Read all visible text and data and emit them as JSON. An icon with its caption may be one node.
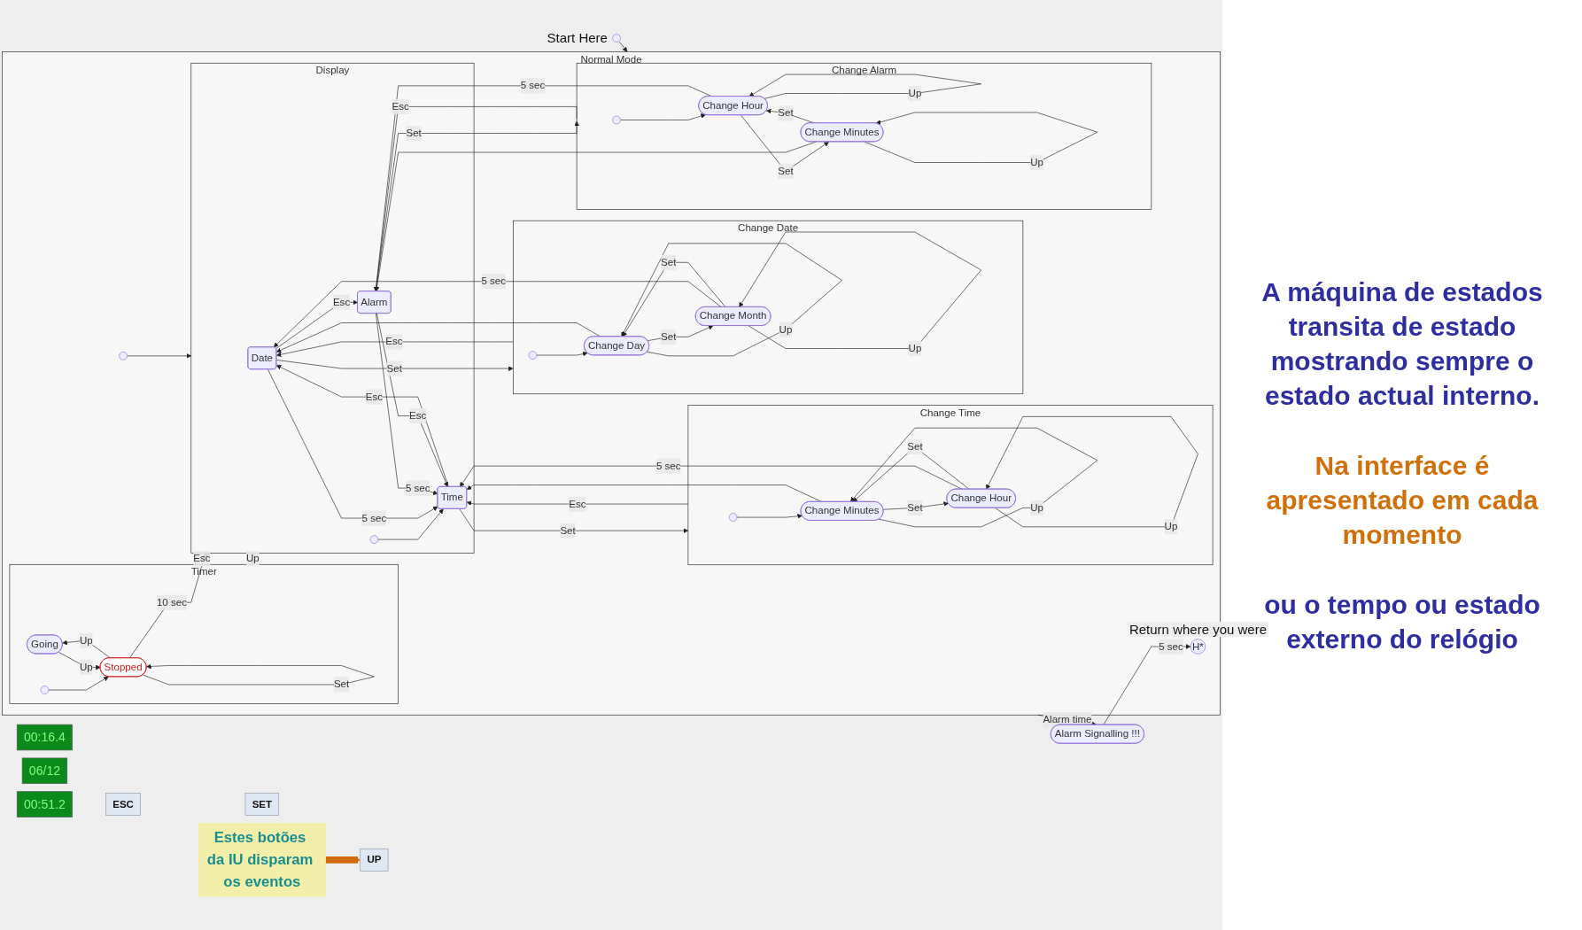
{
  "diagram": {
    "nodes": [
      {
        "text": [
          "00:51.2"
        ]
      },
      {
        "text": [
          "ESC"
        ]
      },
      {
        "text": [
          "SET"
        ]
      },
      {
        "text": [
          "UP"
        ]
      },
      {
        "text": [
          "Normal Mode"
        ]
      },
      {
        "text": [
          "Timer"
        ],
        "in": 4
      },
      {
        "text": [
          "Going"
        ],
        "in": 5
      },
      {
        "text": [
          "Stopped"
        ],
        "in": 5
      },
      {
        "text": [],
        "shape": "circle",
        "in": 5
      },
      {
        "text": [
          "Display"
        ],
        "in": 4
      },
      {
        "text": [
          "Date"
        ],
        "in": 9
      },
      {
        "text": [
          "Time"
        ],
        "in": 9
      },
      {
        "text": [
          "Alarm"
        ],
        "in": 9
      },
      {
        "text": [],
        "shape": "circle",
        "in": 4
      },
      {
        "text": [],
        "shape": "circle",
        "in": 9
      },
      {
        "text": [
          "Change Date"
        ],
        "in": 4
      },
      {
        "text": [
          "Change Month"
        ],
        "in": 15
      },
      {
        "text": [
          "Change Day"
        ],
        "in": 15
      },
      {
        "text": [],
        "shape": "circle",
        "in": 15
      },
      {
        "text": [
          "Change Time"
        ],
        "in": 4
      },
      {
        "text": [
          "Change Hour"
        ],
        "in": 19
      },
      {
        "text": [
          "Change Minutes"
        ],
        "in": 19
      },
      {
        "text": [],
        "shape": "circle",
        "in": 19
      },
      {
        "text": [
          "Change Alarm"
        ],
        "in": 4
      },
      {
        "text": [
          "Change Hour"
        ],
        "in": 23
      },
      {
        "text": [
          "Change Minutes"
        ],
        "in": 23
      },
      {
        "text": [],
        "shape": "circle",
        "in": 23
      },
      {
        "text": [
          "H*"
        ],
        "beside": [
          "Return where you were"
        ],
        "in": 4
      },
      {
        "text": [],
        "shape": "circle",
        "beside": [
          "Start Here"
        ]
      },
      {
        "text": [
          "Alarm Signalling !!!"
        ]
      },
      {
        "text": [
          "00:16.4"
        ]
      },
      {
        "text": [
          "06/12"
        ]
      },
      {
        "text": [
          "Estes botões da IU disparam os eventos"
        ]
      }
    ],
    "edges": [
      {
        "from": 28,
        "to": 4,
        "arrow": "to"
      },
      {
        "from": 13,
        "to": 9,
        "arrow": "to"
      },
      {
        "from": 14,
        "to": 11,
        "arrow": "to"
      },
      {
        "from": 8,
        "to": 7,
        "arrow": "to"
      },
      {
        "from": 6,
        "to": 7,
        "arrow": "to",
        "label": "Up"
      },
      {
        "from": 7,
        "to": 6,
        "arrow": "to",
        "label": "Up"
      },
      {
        "from": 7,
        "to": 7,
        "arrow": "to",
        "label": "Set"
      },
      {
        "from": 5,
        "to": 9,
        "arrow": "to",
        "label": "Esc"
      },
      {
        "from": 9,
        "to": 5,
        "arrow": "to",
        "label": "Up"
      },
      {
        "from": 7,
        "to": 9,
        "arrow": "to",
        "label": "10 sec"
      },
      {
        "from": 10,
        "to": 11,
        "arrow": "to",
        "label": "5 sec"
      },
      {
        "from": 11,
        "to": 10,
        "arrow": "to",
        "label": "Esc"
      },
      {
        "from": 12,
        "to": 11,
        "arrow": "to",
        "label": "5 sec"
      },
      {
        "from": 12,
        "to": 11,
        "arrow": "to",
        "label": "Esc"
      },
      {
        "from": 10,
        "to": 12,
        "arrow": "to",
        "label": "Esc"
      },
      {
        "from": 10,
        "to": 15,
        "arrow": "to",
        "label": "Set"
      },
      {
        "from": 16,
        "to": 10,
        "arrow": "to",
        "label": "5 sec"
      },
      {
        "from": 17,
        "to": 10,
        "arrow": "to"
      },
      {
        "from": 15,
        "to": 10,
        "arrow": "to",
        "label": "Esc"
      },
      {
        "from": 16,
        "to": 17,
        "arrow": "to",
        "label": "Set"
      },
      {
        "from": 17,
        "to": 16,
        "arrow": "to",
        "label": "Set"
      },
      {
        "from": 18,
        "to": 17,
        "arrow": "to"
      },
      {
        "from": 16,
        "to": 16,
        "arrow": "to",
        "label": "Up"
      },
      {
        "from": 17,
        "to": 17,
        "arrow": "to",
        "label": "Up"
      },
      {
        "from": 11,
        "to": 19,
        "arrow": "to",
        "label": "Set"
      },
      {
        "from": 20,
        "to": 11,
        "arrow": "to",
        "label": "5 sec"
      },
      {
        "from": 21,
        "to": 11,
        "arrow": "to"
      },
      {
        "from": 19,
        "to": 11,
        "arrow": "to",
        "label": "Esc"
      },
      {
        "from": 20,
        "to": 21,
        "arrow": "to",
        "label": "Set"
      },
      {
        "from": 21,
        "to": 20,
        "arrow": "to",
        "label": "Set"
      },
      {
        "from": 22,
        "to": 21,
        "arrow": "to"
      },
      {
        "from": 20,
        "to": 20,
        "arrow": "to",
        "label": "Up"
      },
      {
        "from": 21,
        "to": 21,
        "arrow": "to",
        "label": "Up"
      },
      {
        "from": 12,
        "to": 23,
        "arrow": "to",
        "label": "Set"
      },
      {
        "from": 24,
        "to": 12,
        "arrow": "to",
        "label": "5 sec"
      },
      {
        "from": 25,
        "to": 12,
        "arrow": "to"
      },
      {
        "from": 23,
        "to": 12,
        "arrow": "to",
        "label": "Esc"
      },
      {
        "from": 24,
        "to": 25,
        "arrow": "to",
        "label": "Set"
      },
      {
        "from": 25,
        "to": 24,
        "arrow": "to",
        "label": "Set"
      },
      {
        "from": 26,
        "to": 24,
        "arrow": "to"
      },
      {
        "from": 24,
        "to": 24,
        "arrow": "to",
        "label": "Up"
      },
      {
        "from": 25,
        "to": 25,
        "arrow": "to",
        "label": "Up"
      },
      {
        "from": 4,
        "to": 29,
        "arrow": "to",
        "label": "Alarm time"
      },
      {
        "from": 29,
        "to": 27,
        "arrow": "to",
        "label": "5 sec"
      },
      {
        "from": 32,
        "to": 3,
        "arrow": "to",
        "style": "thick",
        "color": "#d06a0a"
      }
    ],
    "labels": [
      "A máquina de estados transita de estado mostrando sempre o estado actual interno.",
      "Na interface é apresentado em cada momento",
      "ou o tempo ou estado externo do relógio"
    ]
  }
}
